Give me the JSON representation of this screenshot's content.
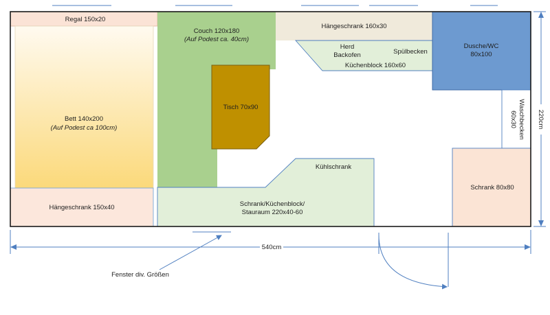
{
  "colors": {
    "outline": "#1a1a1a",
    "blue_line": "#4f7fc0",
    "shelf_fill": "#fbe3d6",
    "bed_light": "#fffaf0",
    "bed_dark": "#fbd97a",
    "couch_fill": "#a9d08e",
    "table_fill": "#bf9000",
    "kitchen_fill": "#e2efd9",
    "wall_cabinet_fill": "#f0eadb",
    "shower_fill": "#6d9ad0",
    "wardrobe_fill": "#fbe4d5"
  },
  "rooms": {
    "shelf": "Regal 150x20",
    "bed": {
      "line1": "Bett 140x200",
      "line2": "(Auf Podest ca 100cm)"
    },
    "bed_wall_cabinet": "Hängeschrank 150x40",
    "couch": {
      "line1": "Couch 120x180",
      "line2": "(Auf Podest ca. 40cm)"
    },
    "table": "Tisch 70x90",
    "wall_cabinet_top": "Hängeschrank 160x30",
    "kitchen": {
      "stove": "Herd",
      "oven": "Backofen",
      "sink": "Spülbecken",
      "block": "Küchenblock 160x60"
    },
    "shower": {
      "line1": "Dusche/WC",
      "line2": "80x100"
    },
    "washbasin": {
      "line1": "Waschbecken",
      "line2": "60x30"
    },
    "fridge": "Kühlschrank",
    "storage": {
      "line1": "Schrank/Küchenblock/",
      "line2": "Stauraum 220x40-60"
    },
    "wardrobe": "Schrank 80x80"
  },
  "dimensions": {
    "width_label": "540cm",
    "height_label": "220cm"
  },
  "annotation": {
    "windows": "Fenster div. Größen"
  }
}
